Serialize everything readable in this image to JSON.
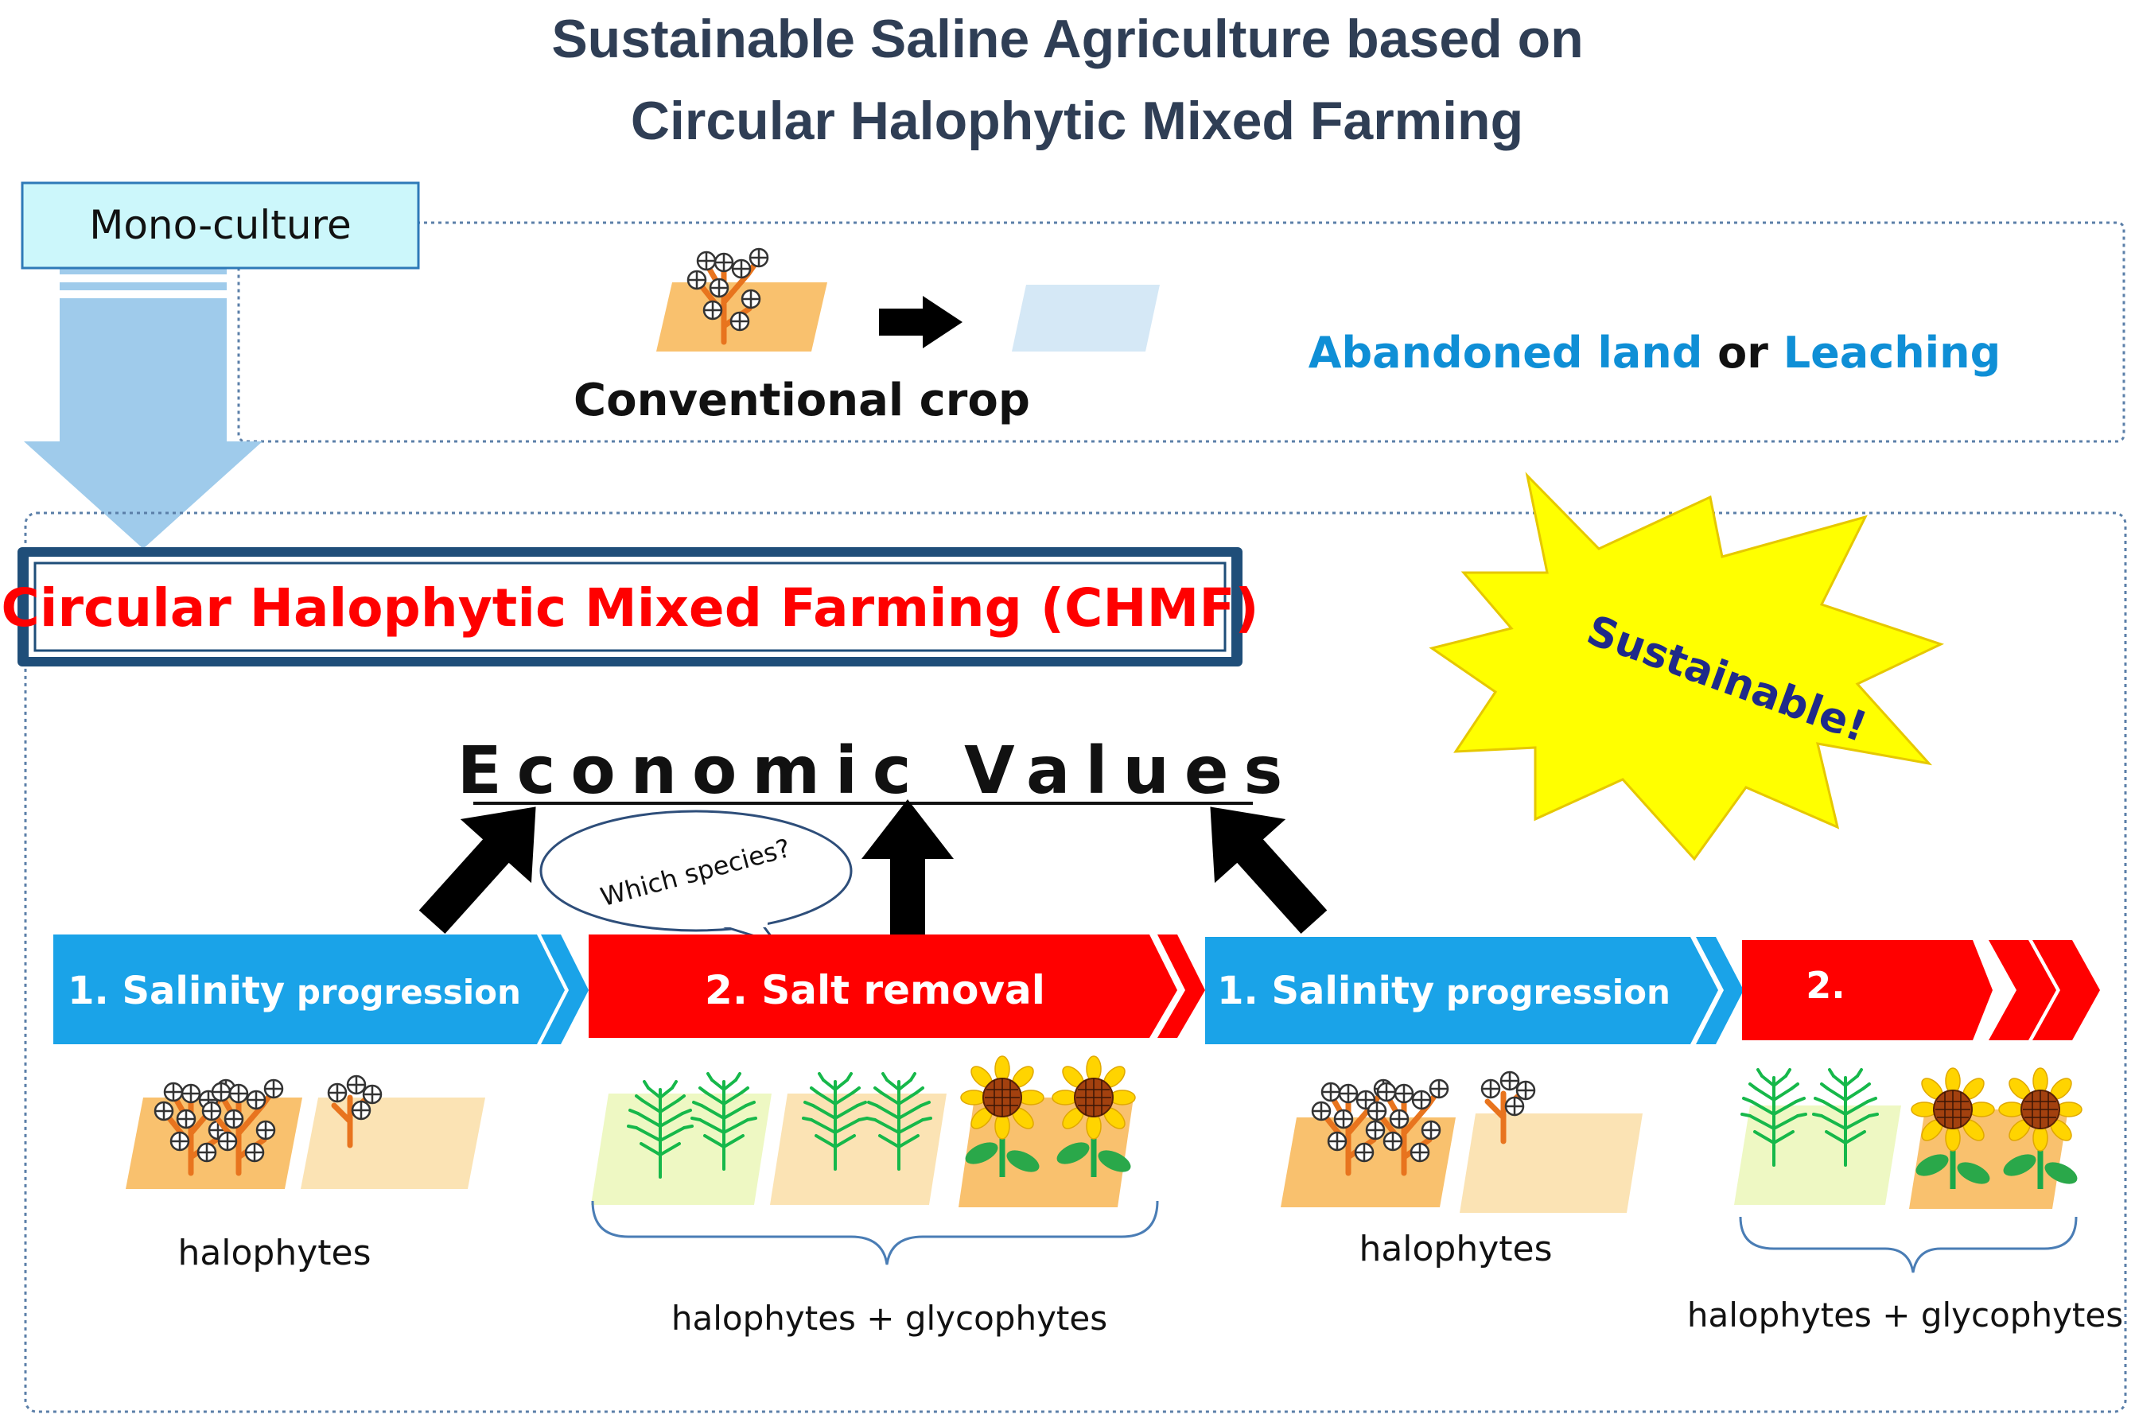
{
  "title": {
    "line1": "Sustainable  Saline Agriculture based on",
    "line2": "Circular Halophytic Mixed Farming"
  },
  "mono_culture": {
    "label": "Mono-culture",
    "crop_label": "Conventional crop",
    "outcome_a": "Abandoned land",
    "outcome_or": " or ",
    "outcome_b": "Leaching"
  },
  "chmf": {
    "title": "Circular Halophytic Mixed Farming (CHMF)",
    "economic_values": "Economic Values",
    "speech_bubble": "Which species?",
    "starburst": "Sustainable!"
  },
  "stages": [
    {
      "label_num": "1. Salinity",
      "label_rest": " progression",
      "caption": "halophytes"
    },
    {
      "label_num": "2. Salt removal",
      "label_rest": "",
      "caption": "halophytes + glycophytes"
    },
    {
      "label_num": "1. Salinity",
      "label_rest": " progression",
      "caption": "halophytes"
    },
    {
      "label_num": "2.",
      "label_rest": "",
      "caption": "halophytes + glycophytes"
    }
  ],
  "colors": {
    "title": "#2f3e55",
    "blue_band": "#1aa3e8",
    "red_band": "#ff0000",
    "chmf_red": "#ff0000",
    "outcome_blue": "#0f8fd6",
    "starburst": "#ffff00",
    "soil_dark": "#f9c16e",
    "soil_light": "#fbe3b4",
    "green_plot": "#eef8c3",
    "frame_blue": "#1f4e79"
  },
  "icons": [
    "halophyte-plant-icon",
    "fern-halophyte-icon",
    "sunflower-icon",
    "black-arrow-icon"
  ]
}
